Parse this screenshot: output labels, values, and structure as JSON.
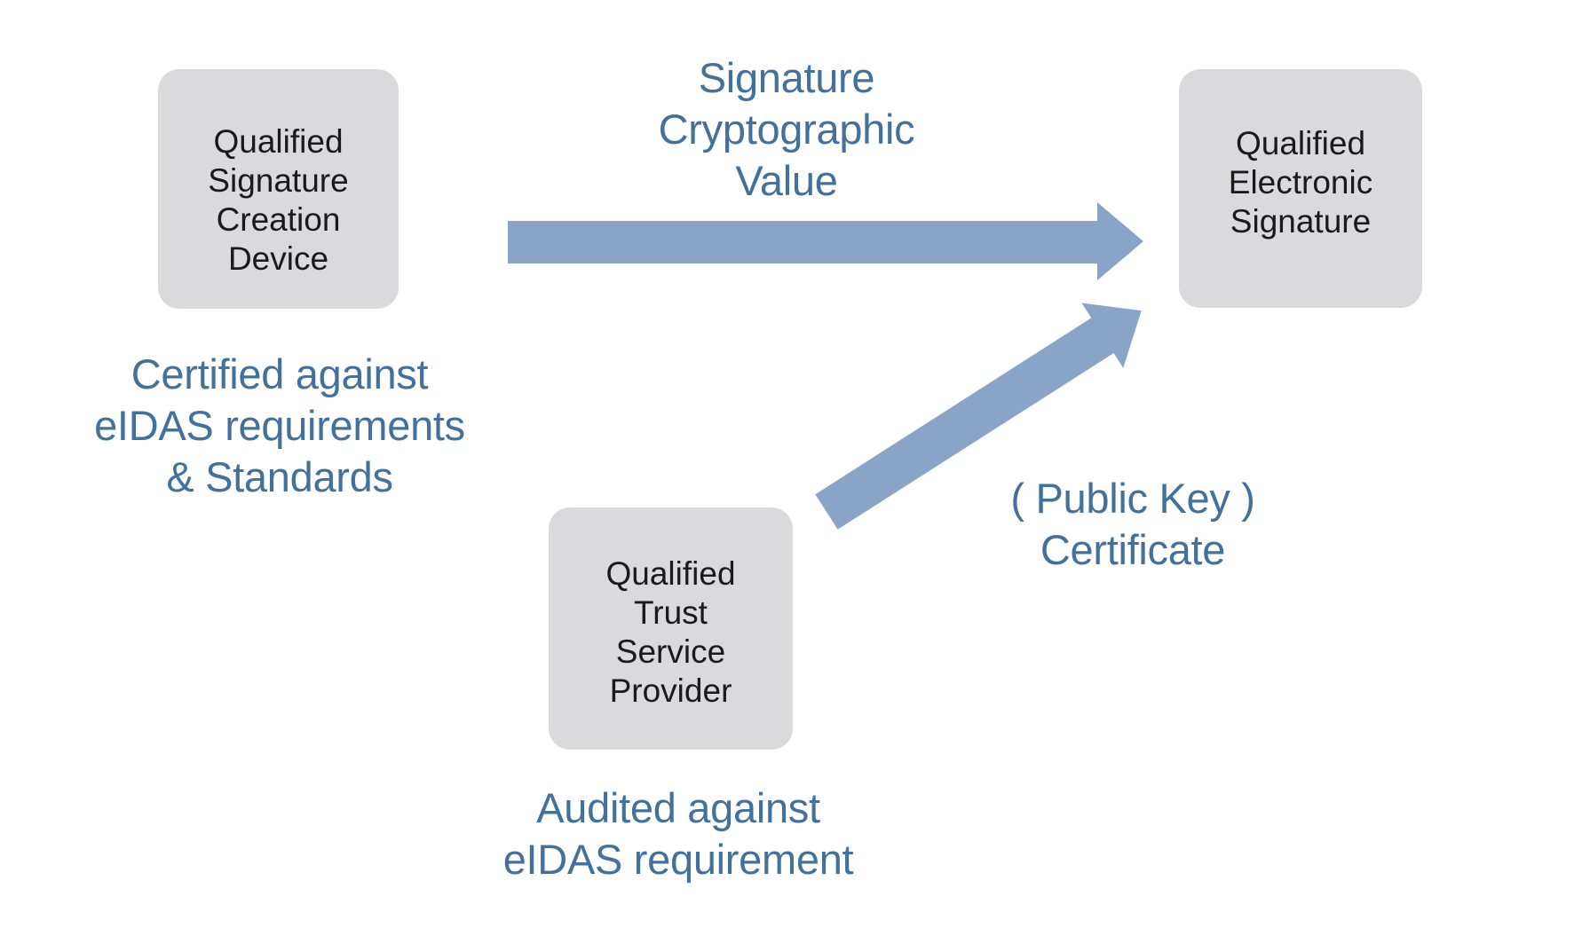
{
  "colors": {
    "background": "#FFFFFF",
    "arrow": "#8AA4C8",
    "box_fill": "#DADADC",
    "box_text": "#1A1A1A",
    "blue_text": "#41719C"
  },
  "nodes": {
    "qscd": {
      "name": "Qualified Signature Creation Device",
      "lines": [
        "Qualified",
        "Signature",
        "Creation",
        "Device"
      ]
    },
    "qtsp": {
      "name": "Qualified Trust Service Provider",
      "lines": [
        "Qualified",
        "Trust",
        "Service",
        "Provider"
      ]
    },
    "qes": {
      "name": "Qualified Electronic Signature",
      "lines": [
        "Qualified",
        "Electronic",
        "Signature"
      ]
    }
  },
  "labels": {
    "signature_value": {
      "lines": [
        "Signature",
        "Cryptographic",
        "Value"
      ]
    },
    "certified": {
      "lines": [
        "Certified against",
        "eIDAS requirements",
        "& Standards"
      ]
    },
    "audited": {
      "lines": [
        "Audited against",
        "eIDAS requirement"
      ]
    },
    "certificate": {
      "lines": [
        "( Public Key )",
        "Certificate"
      ]
    }
  },
  "arrows": [
    {
      "id": "signature-value-arrow",
      "from": "qscd",
      "to": "qes",
      "direction": "right"
    },
    {
      "id": "certificate-arrow",
      "from": "qtsp",
      "to": "qes",
      "direction": "up-right"
    }
  ]
}
